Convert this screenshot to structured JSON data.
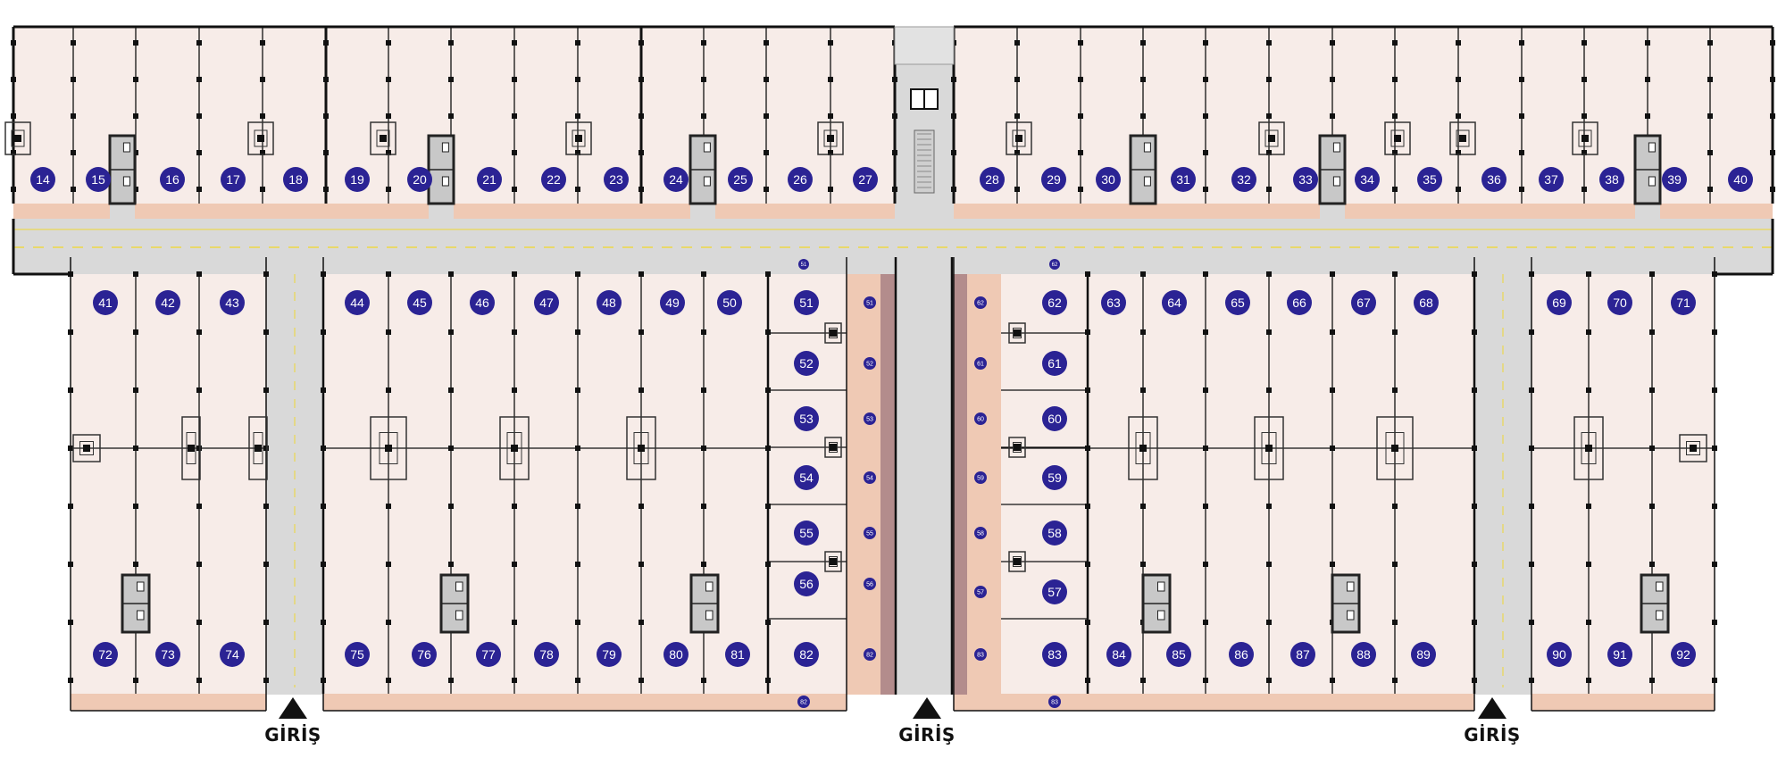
{
  "plan": {
    "colors": {
      "unit_fill": "#f7ece8",
      "frontage": "#efc9b4",
      "road": "#d9d9d9",
      "wall": "#111111",
      "lane_line": "#e8d86a",
      "badge": "#2b2394",
      "badge_text": "#ffffff",
      "column": "#111111",
      "ramp_strip": "#b38c8c",
      "wc_fill": "#c8c8c8"
    },
    "top_units": [
      "14",
      "15",
      "16",
      "17",
      "18",
      "19",
      "20",
      "21",
      "22",
      "23",
      "24",
      "25",
      "26",
      "27",
      "28",
      "29",
      "30",
      "31",
      "32",
      "33",
      "34",
      "35",
      "36",
      "37",
      "38",
      "39",
      "40"
    ],
    "left_rear_top": [
      "41",
      "42",
      "43"
    ],
    "left_rear_bottom": [
      "72",
      "73",
      "74"
    ],
    "left_main_top": [
      "44",
      "45",
      "46",
      "47",
      "48",
      "49",
      "50"
    ],
    "left_main_bottom": [
      "75",
      "76",
      "77",
      "78",
      "79",
      "80",
      "81"
    ],
    "left_kiosks": [
      "51",
      "52",
      "53",
      "54",
      "55",
      "56",
      "82"
    ],
    "left_strip_small": [
      "51",
      "52",
      "53",
      "54",
      "55",
      "56",
      "82"
    ],
    "left_small_top": "51",
    "left_small_bottom": "82",
    "right_kiosks": [
      "62",
      "61",
      "60",
      "59",
      "58",
      "57",
      "83"
    ],
    "right_strip_small": [
      "62",
      "61",
      "60",
      "59",
      "58",
      "57",
      "83"
    ],
    "right_small_top": "62",
    "right_small_bottom": "83",
    "right_main_top": [
      "63",
      "64",
      "65",
      "66",
      "67",
      "68"
    ],
    "right_main_bottom": [
      "84",
      "85",
      "86",
      "87",
      "88",
      "89"
    ],
    "right_rear_top": [
      "69",
      "70",
      "71"
    ],
    "right_rear_bottom": [
      "90",
      "91",
      "92"
    ],
    "entrances": [
      {
        "label": "GİRİŞ"
      },
      {
        "label": "GİRİŞ"
      },
      {
        "label": "GİRİŞ"
      }
    ]
  }
}
